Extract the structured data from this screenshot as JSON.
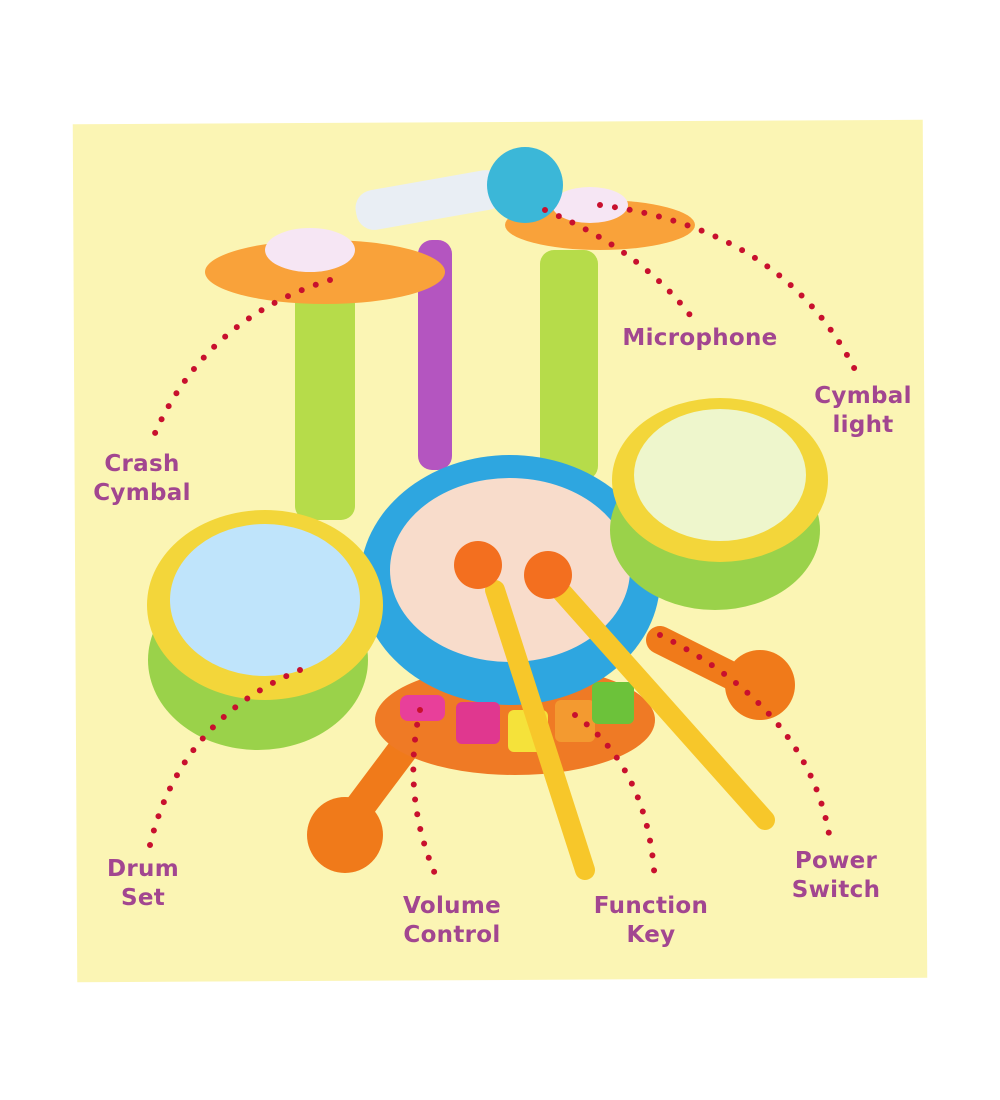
{
  "labels": {
    "microphone": "Microphone",
    "cymbal_light": [
      "Cymbal",
      "light"
    ],
    "crash_cymbal": [
      "Crash",
      "Cymbal"
    ],
    "drum_set": [
      "Drum",
      "Set"
    ],
    "volume_control": [
      "Volume",
      "Control"
    ],
    "function_key": [
      "Function",
      "Key"
    ],
    "power_switch": [
      "Power",
      "Switch"
    ]
  },
  "colors": {
    "background": "#fbf5b4",
    "label": "#a24690",
    "callout_dots": "#c8102e"
  }
}
